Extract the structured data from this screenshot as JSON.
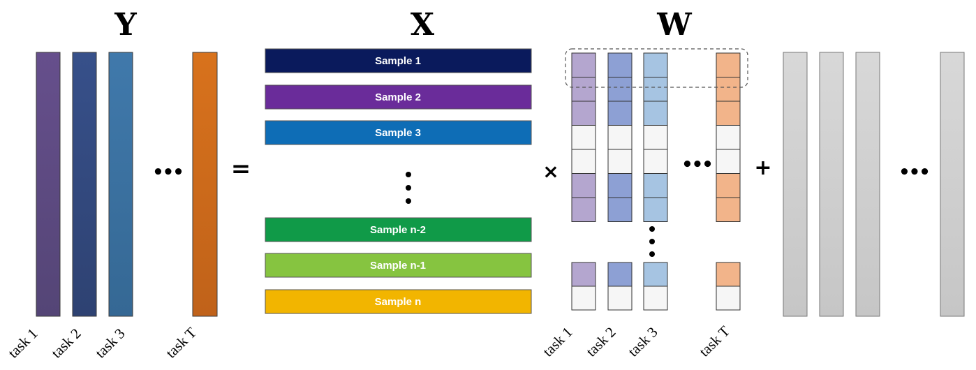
{
  "titles": {
    "y": "Y",
    "x": "X",
    "w": "W"
  },
  "operators": {
    "equals": "=",
    "times": "×",
    "plus": "+"
  },
  "ellipsis": "•••",
  "y_task_labels": [
    "task 1",
    "task 2",
    "task 3",
    "task T"
  ],
  "w_task_labels": [
    "task 1",
    "task 2",
    "task 3",
    "task T"
  ],
  "samples": [
    {
      "label": "Sample 1",
      "color": "#0a1a5c"
    },
    {
      "label": "Sample 2",
      "color": "#6a2c9a"
    },
    {
      "label": "Sample 3",
      "color": "#0e6db6"
    },
    {
      "label": "Sample n-2",
      "color": "#109a48"
    },
    {
      "label": "Sample n-1",
      "color": "#86c440"
    },
    {
      "label": "Sample n",
      "color": "#f2b500"
    }
  ],
  "colors": {
    "y_task_1": "#5a4a80",
    "y_task_2": "#324a80",
    "y_task_3": "#3b74a4",
    "y_task_T": "#d06c1c",
    "w_task_1": "#b4a6cf",
    "w_task_2": "#8da0d4",
    "w_task_3": "#a6c4e2",
    "w_task_T": "#f2b48a",
    "w_empty": "#f6f6f6",
    "noise": "#cdcdcd"
  }
}
